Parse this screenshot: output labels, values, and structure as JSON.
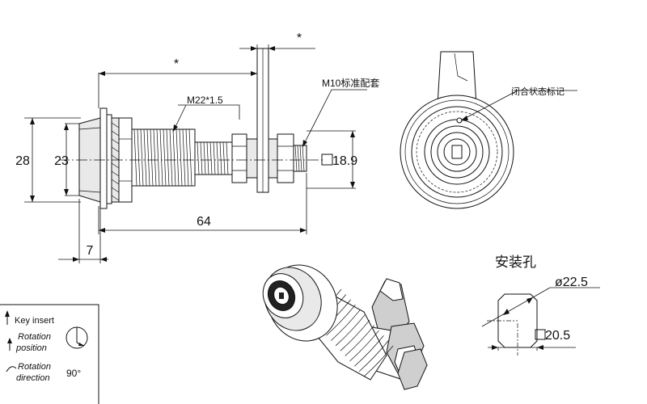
{
  "dimensions": {
    "asterisk_top": "*",
    "asterisk_upper": "*",
    "thread_spec": "M22*1.5",
    "nut_spec": "M10标准配套",
    "overall_height": "28",
    "body_height": "23",
    "square_size": "18.9",
    "total_length": "64",
    "flange_thickness": "7"
  },
  "front_view": {
    "closed_state_mark": "闭合状态标记"
  },
  "mounting_hole": {
    "title": "安装孔",
    "diameter": "ø22.5",
    "flat_width": "20.5"
  },
  "legend": {
    "key_insert": "Key insert",
    "rotation_position_line1": "Rotation",
    "rotation_position_line2": "position",
    "rotation_direction_line1": "Rotation",
    "rotation_direction_line2": "direction",
    "rotation_angle": "90°"
  }
}
